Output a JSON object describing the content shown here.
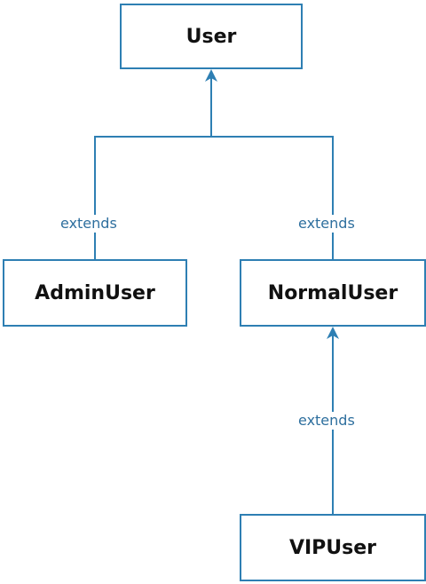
{
  "diagram": {
    "nodes": {
      "user": "User",
      "admin": "AdminUser",
      "normal": "NormalUser",
      "vip": "VIPUser"
    },
    "edges": [
      {
        "from": "AdminUser",
        "to": "User",
        "label": "extends"
      },
      {
        "from": "NormalUser",
        "to": "User",
        "label": "extends"
      },
      {
        "from": "VIPUser",
        "to": "NormalUser",
        "label": "extends"
      }
    ],
    "colors": {
      "border": "#2e7fb3",
      "label": "#2e6f9e",
      "text": "#111111"
    }
  }
}
